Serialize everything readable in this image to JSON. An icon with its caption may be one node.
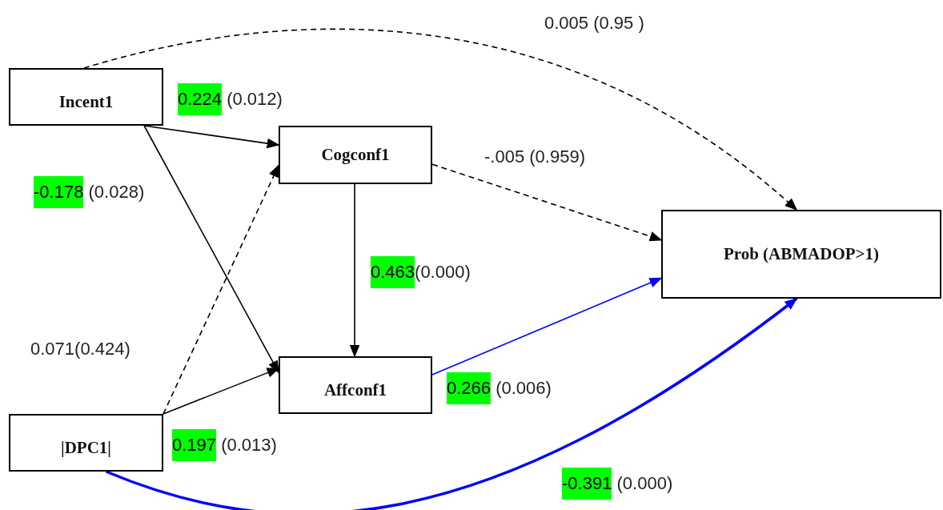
{
  "diagram": {
    "nodes": [
      {
        "text": [
          "Incent1"
        ]
      },
      {
        "text": [
          "Cogconf1"
        ]
      },
      {
        "text": [
          "Prob (ABMADOP>1)"
        ]
      },
      {
        "text": [
          "Affconf1"
        ]
      },
      {
        "text": [
          "|DPC1|"
        ]
      }
    ],
    "edges": [
      {
        "from": 0,
        "to": 1,
        "arrow": "to",
        "label": "0.224 (0.012)"
      },
      {
        "from": 0,
        "to": 3,
        "arrow": "to",
        "label": "-0.178 (0.028)"
      },
      {
        "from": 0,
        "to": 2,
        "arrow": "to",
        "label": "0.005 (0.95 )",
        "style": "dashed"
      },
      {
        "from": 1,
        "to": 2,
        "arrow": "to",
        "label": "-.005 (0.959)",
        "style": "dashed"
      },
      {
        "from": 1,
        "to": 3,
        "arrow": "to",
        "label": "0.463(0.000)"
      },
      {
        "from": 4,
        "to": 1,
        "arrow": "to",
        "label": "0.071(0.424)",
        "style": "dashed"
      },
      {
        "from": 4,
        "to": 3,
        "arrow": "to",
        "label": "0.197 (0.013)"
      },
      {
        "from": 3,
        "to": 2,
        "arrow": "to",
        "label": "0.266 (0.006)",
        "color": "#0000ff"
      },
      {
        "from": 4,
        "to": 2,
        "arrow": "to",
        "label": "-0.391 (0.000)",
        "style": "thick",
        "color": "#0000ff"
      }
    ]
  }
}
